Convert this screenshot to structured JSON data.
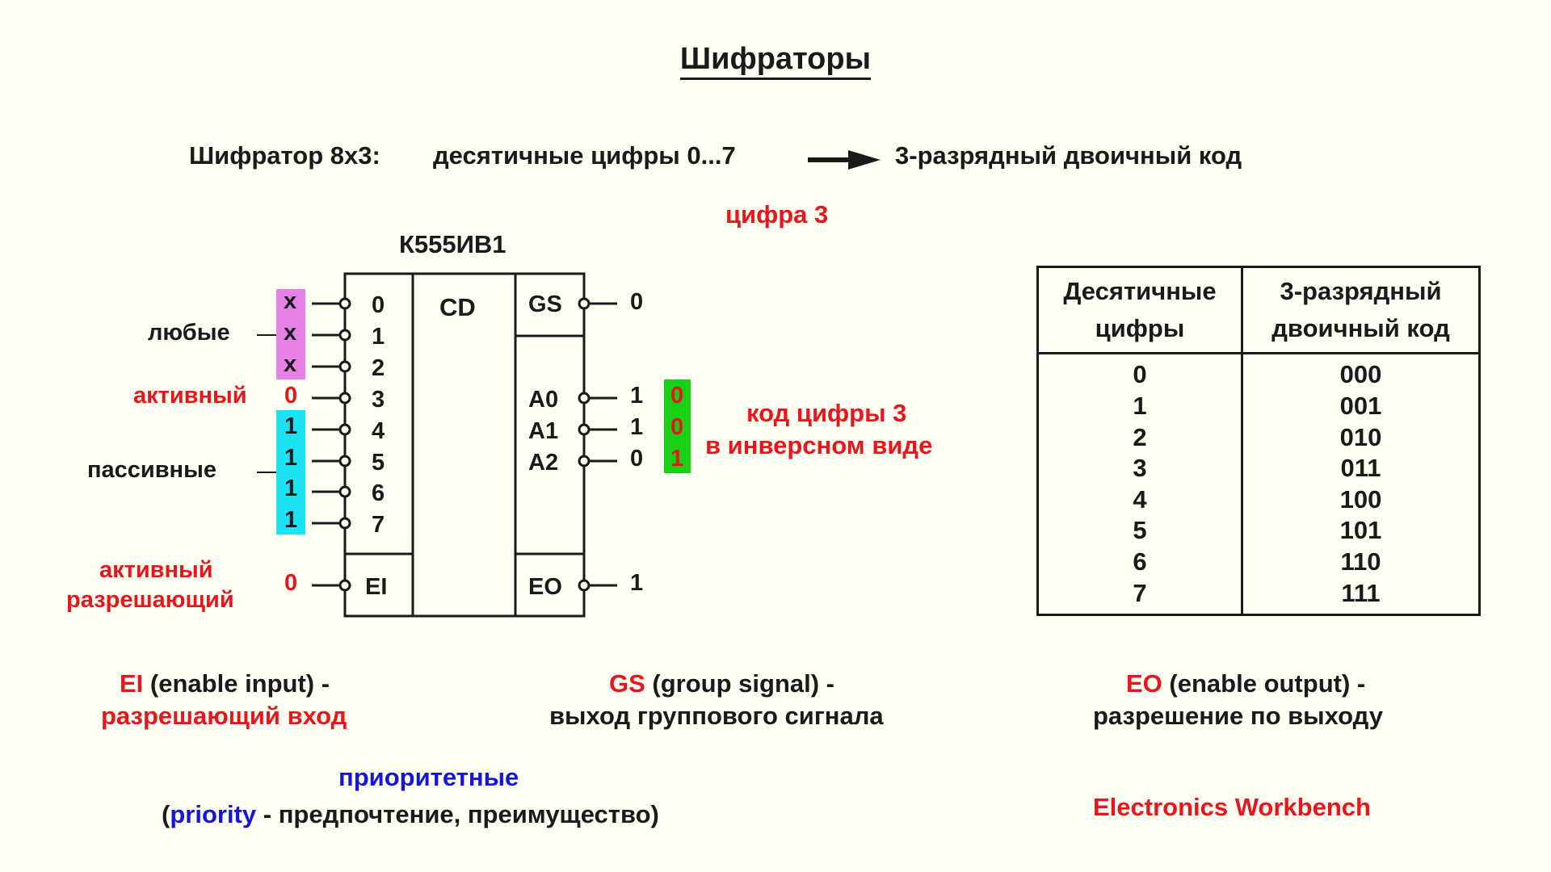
{
  "title": "Шифраторы",
  "subtitle": {
    "left": "Шифратор 8х3:",
    "middle": "десятичные цифры 0...7",
    "right": "3-разрядный двоичный код"
  },
  "chip": {
    "name": "К555ИВ1",
    "center_label": "CD",
    "input_pins": [
      "0",
      "1",
      "2",
      "3",
      "4",
      "5",
      "6",
      "7"
    ],
    "ei_label": "EI",
    "gs_label": "GS",
    "address_pins": [
      "A0",
      "A1",
      "A2"
    ],
    "eo_label": "EO"
  },
  "inputs": {
    "any_values": [
      "x",
      "x",
      "x"
    ],
    "any_label": "любые",
    "active_label": "активный",
    "active_value": "0",
    "passive_values": [
      "1",
      "1",
      "1",
      "1"
    ],
    "passive_label": "пассивные",
    "enable_label_1": "активный",
    "enable_label_2": "разрешающий",
    "enable_value": "0"
  },
  "outputs": {
    "gs_value": "0",
    "a_values": [
      "1",
      "1",
      "0"
    ],
    "inverse_values": [
      "0",
      "0",
      "1"
    ],
    "eo_value": "1",
    "digit_caption": "цифра 3",
    "code_caption_1": "код цифры 3",
    "code_caption_2": "в инверсном виде"
  },
  "table": {
    "header_left_1": "Десятичные",
    "header_left_2": "цифры",
    "header_right_1": "3-разрядный",
    "header_right_2": "двоичный код",
    "rows": [
      {
        "digit": "0",
        "code": "000"
      },
      {
        "digit": "1",
        "code": "001"
      },
      {
        "digit": "2",
        "code": "010"
      },
      {
        "digit": "3",
        "code": "011"
      },
      {
        "digit": "4",
        "code": "100"
      },
      {
        "digit": "5",
        "code": "101"
      },
      {
        "digit": "6",
        "code": "110"
      },
      {
        "digit": "7",
        "code": "111"
      }
    ]
  },
  "legend": {
    "ei_abbr": "EI",
    "ei_en": "(enable input) -",
    "ei_ru": "разрешающий вход",
    "gs_abbr": "GS",
    "gs_en": "(group signal) -",
    "gs_ru": "выход группового сигнала",
    "eo_abbr": "EO",
    "eo_en": "(enable output) -",
    "eo_ru": "разрешение по выходу"
  },
  "priority": {
    "word": "приоритетные",
    "open": "(",
    "en": "priority",
    "dash": "-",
    "ru": "предпочтение, преимущество)"
  },
  "software": "Electronics Workbench",
  "colors": {
    "background": "#fefef2",
    "red": "#e8161c",
    "blue": "#1515e0",
    "magenta": "#e681e6",
    "cyan": "#1ce2f2",
    "green": "#17d117"
  }
}
